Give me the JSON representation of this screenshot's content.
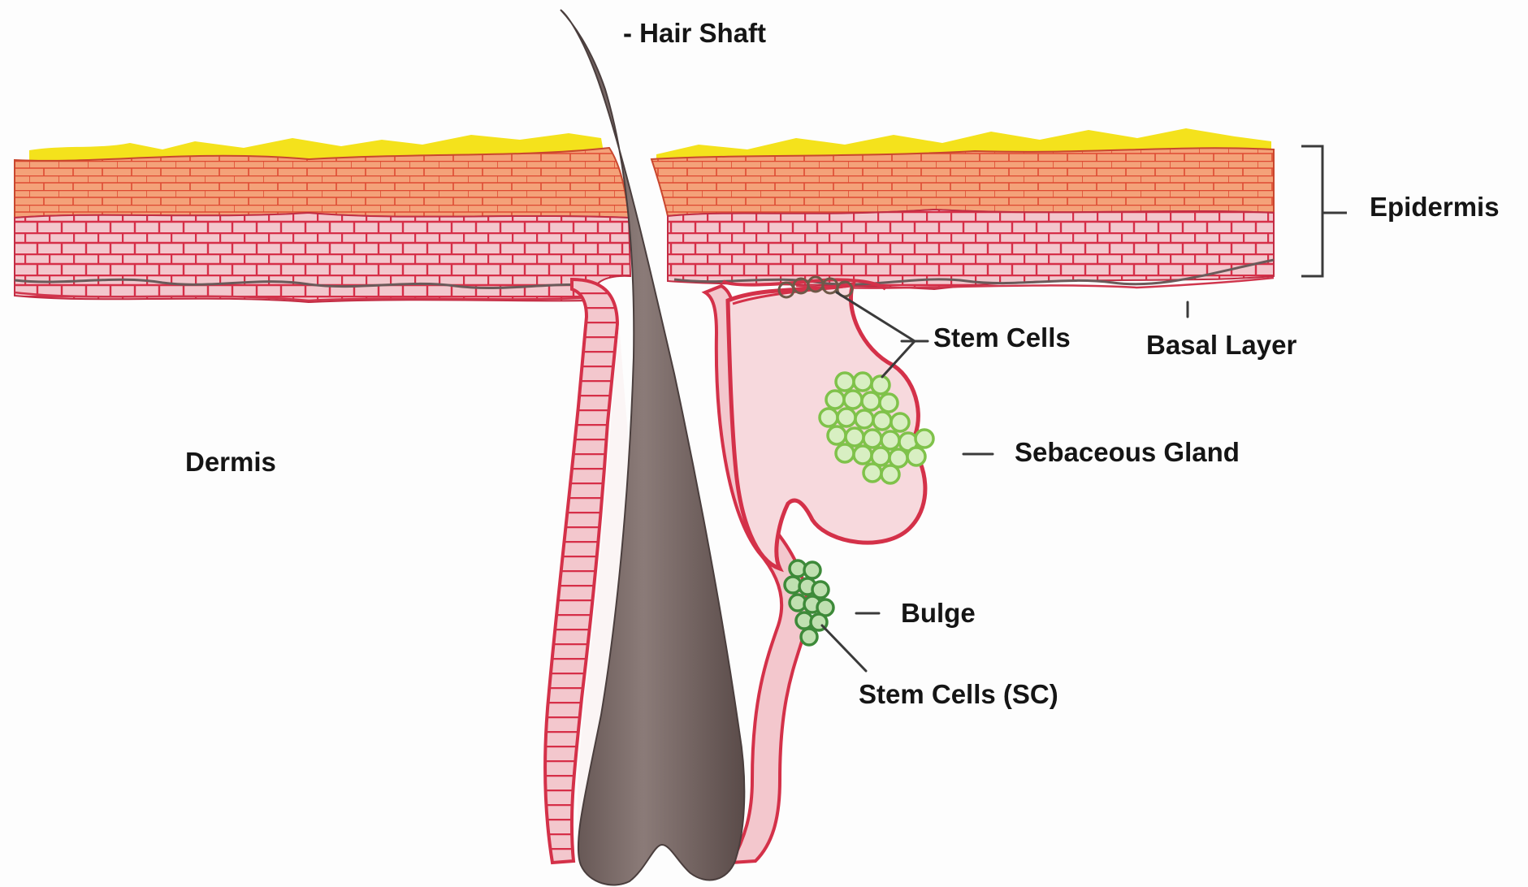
{
  "diagram": {
    "title": "",
    "labels": {
      "hair_shaft": "- Hair Shaft",
      "epidermis": "Epidermis",
      "stem_cells": "Stem Cells",
      "basal_layer": "Basal Layer",
      "dermis": "Dermis",
      "sebaceous_gland": "Sebaceous Gland",
      "bulge": "Bulge",
      "stem_cells_sc": "Stem Cells (SC)"
    },
    "colors": {
      "background": "#fdfdfd",
      "stratum_corneum": "#f4e21c",
      "upper_epidermis": "#f4a279",
      "lower_epidermis": "#f3c7cd",
      "cell_outline": "#d9334d",
      "hair_shaft": "#786866",
      "stem_cells_gland": "#7fc24a",
      "stem_cells_bulge": "#3d8a39",
      "gland_fill": "#f7d9dd"
    }
  }
}
